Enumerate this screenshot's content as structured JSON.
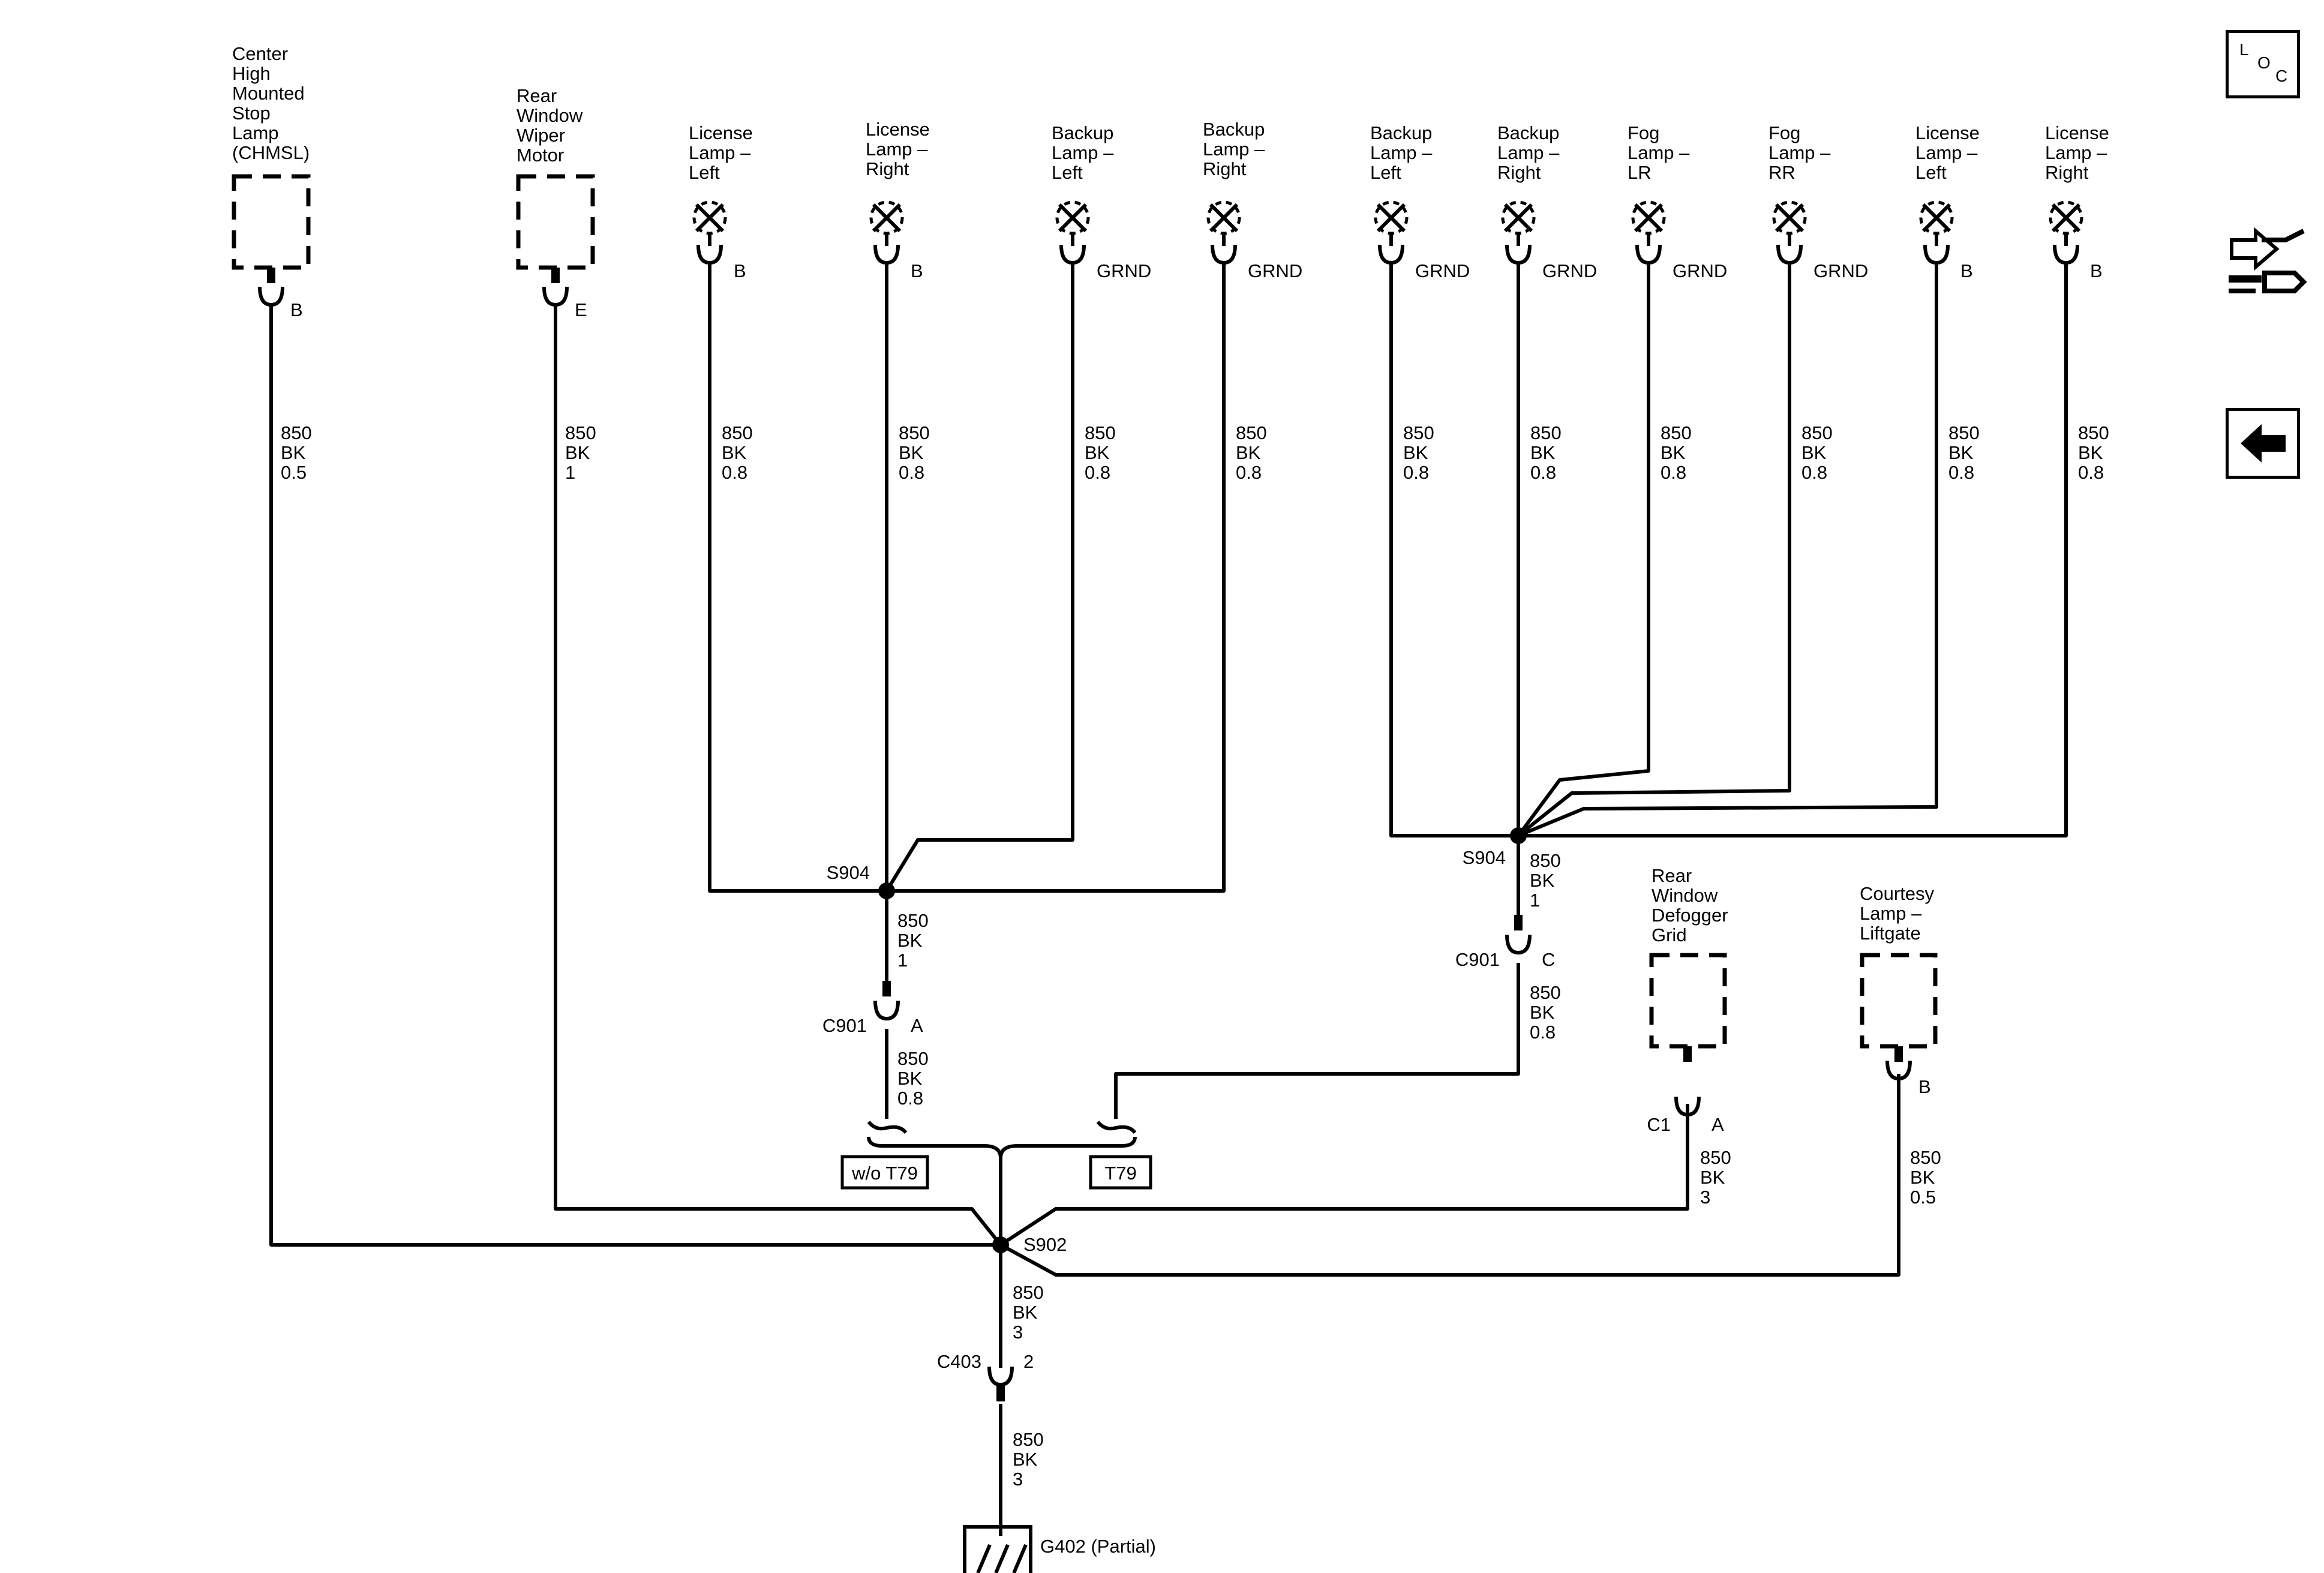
{
  "components": {
    "chmsl": "Center\nHigh\nMounted\nStop\nLamp\n(CHMSL)",
    "rear_wiper": "Rear\nWindow\nWiper\nMotor",
    "license_left_1": "License\nLamp –\nLeft",
    "license_right_1": "License\nLamp –\nRight",
    "backup_left_1": "Backup\nLamp –\nLeft",
    "backup_right_1": "Backup\nLamp –\nRight",
    "backup_left_2": "Backup\nLamp –\nLeft",
    "backup_right_2": "Backup\nLamp –\nRight",
    "fog_lr": "Fog\nLamp –\nLR",
    "fog_rr": "Fog\nLamp –\nRR",
    "license_left_2": "License\nLamp –\nLeft",
    "license_right_2": "License\nLamp –\nRight",
    "defogger": "Rear\nWindow\nDefogger\nGrid",
    "courtesy": "Courtesy\nLamp –\nLiftgate"
  },
  "pins": {
    "chmsl": "B",
    "rear_wiper": "E",
    "license_left_1": "B",
    "license_right_1": "B",
    "backup_left_1": "GRND",
    "backup_right_1": "GRND",
    "backup_left_2": "GRND",
    "backup_right_2": "GRND",
    "fog_lr": "GRND",
    "fog_rr": "GRND",
    "license_left_2": "B",
    "license_right_2": "B",
    "c901_a": "A",
    "c901_c": "C",
    "c1_a": "A",
    "courtesy_b": "B",
    "c403_2": "2"
  },
  "wires": {
    "chmsl": "850\nBK\n0.5",
    "rear_wiper": "850\nBK\n1",
    "license_left_1": "850\nBK\n0.8",
    "license_right_1": "850\nBK\n0.8",
    "backup_left_1": "850\nBK\n0.8",
    "backup_right_1": "850\nBK\n0.8",
    "backup_left_2": "850\nBK\n0.8",
    "backup_right_2": "850\nBK\n0.8",
    "fog_lr": "850\nBK\n0.8",
    "fog_rr": "850\nBK\n0.8",
    "license_left_2": "850\nBK\n0.8",
    "license_right_2": "850\nBK\n0.8",
    "s904_left_out": "850\nBK\n1",
    "c901_left_out": "850\nBK\n0.8",
    "s904_right_out": "850\nBK\n1",
    "c901_right_out": "850\nBK\n0.8",
    "defogger": "850\nBK\n3",
    "courtesy": "850\nBK\n0.5",
    "s902_out": "850\nBK\n3",
    "c403_out": "850\nBK\n3"
  },
  "splices": {
    "s904_left": "S904",
    "s904_right": "S904",
    "s902": "S902"
  },
  "connectors": {
    "c901_left": "C901",
    "c901_right": "C901",
    "c1": "C1",
    "c403": "C403"
  },
  "options": {
    "without": "w/o T79",
    "with": "T79"
  },
  "ground": "G402 (Partial)",
  "nav": {
    "loc_l": "L",
    "loc_o": "O",
    "loc_c": "C"
  }
}
